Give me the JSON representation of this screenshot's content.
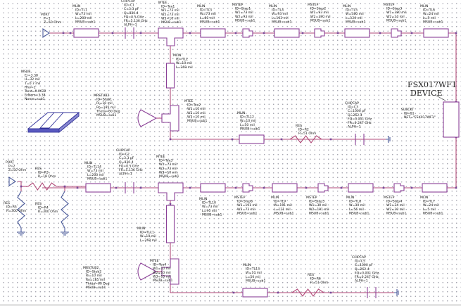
{
  "schematic": {
    "colors": {
      "wire": "#b04a78",
      "component": "#8a3f96",
      "ground": "#4a5a9a",
      "grid_dots": "#9a9aa6"
    },
    "annotation": [
      "FSX017WF1",
      "DEVICE"
    ],
    "components": [
      {
        "id": "PORT1",
        "lines": [
          "PORT",
          "P=1",
          "Z=50 Ohm"
        ]
      },
      {
        "id": "TL1",
        "lines": [
          "MLIN",
          "ID=TL1",
          "W=73 mil",
          "L=200 mil",
          "MSUB=sub1"
        ]
      },
      {
        "id": "C1",
        "lines": [
          "CHIPCAP",
          "ID=C1",
          "C=3.3 pF",
          "Q=830.4",
          "FQ=0.5 GHz",
          "FR=5.136 GHz",
          "ALPH=1"
        ]
      },
      {
        "id": "Tee1",
        "lines": [
          "MTEE",
          "ID=Tee1",
          "W1=73 mil",
          "W2=73 mil",
          "W3=10 mil",
          "MSUB=sub1"
        ]
      },
      {
        "id": "TL3",
        "lines": [
          "MLIN",
          "ID=TL3",
          "W=73 mil",
          "L=80 mil",
          "MSUB=sub1"
        ]
      },
      {
        "id": "Step1",
        "lines": [
          "MSTEP",
          "ID=Step1",
          "W1=73 mil",
          "W2=93 mil",
          "MSUB=sub1"
        ]
      },
      {
        "id": "TL4",
        "lines": [
          "MLIN",
          "ID=TL4",
          "W=93 mil",
          "L=103 mil",
          "MSUB=sub1"
        ]
      },
      {
        "id": "Step2",
        "lines": [
          "MSTEP",
          "ID=Step2",
          "W1=93 mil",
          "W2=380 mil",
          "MSUB=sub1"
        ]
      },
      {
        "id": "TL5",
        "lines": [
          "MLIN",
          "ID=TL5",
          "W=380 mil",
          "L=120 mil",
          "MSUB=sub1"
        ]
      },
      {
        "id": "Step3",
        "lines": [
          "MSTEP",
          "ID=Step3",
          "W1=380 mil",
          "W2=24 mil",
          "MSUB=sub1"
        ]
      },
      {
        "id": "TL6",
        "lines": [
          "MLIN",
          "ID=TL6",
          "W=24 mil",
          "L=5 mil",
          "MSUB=sub1"
        ]
      },
      {
        "id": "TL2",
        "lines": [
          "MLIN",
          "ID=TL2",
          "W=10 mil",
          "L=268 mil"
        ]
      },
      {
        "id": "MSUB",
        "lines": [
          "MSUB",
          "Er=3.38",
          "H=32 mil",
          "T=0.7 mil",
          "Rho=1",
          "Tand=0.0022",
          "ErNom=3.38",
          "Name=sub1"
        ]
      },
      {
        "id": "Stub1",
        "lines": [
          "MRSTUB2",
          "ID=Stub1",
          "Ri=10 mil",
          "Ro=185 mil",
          "Theta=60 Deg",
          "MSUB=sub1"
        ]
      },
      {
        "id": "Tee2",
        "lines": [
          "MTEE",
          "ID=Tee2",
          "W1=10 mil",
          "W2=10 mil",
          "W3=10 mil",
          "MSUB=sub1"
        ]
      },
      {
        "id": "TL12",
        "lines": [
          "MLIN",
          "ID=TL12",
          "W=10 mil",
          "L=50 mil",
          "MSUB=sub1"
        ]
      },
      {
        "id": "R2",
        "lines": [
          "RES",
          "ID=R2",
          "R=51 Ohm"
        ]
      },
      {
        "id": "C3",
        "lines": [
          "CHIPCAP",
          "ID=C3",
          "C=1000 pF",
          "Q=262.4",
          "FQ=0.001 GHz",
          "FR=0.247 GHz",
          "ALPH=1"
        ]
      },
      {
        "id": "S1",
        "lines": [
          "SUBCKT",
          "ID=S1",
          "NET=\"FSX017WF1\""
        ]
      },
      {
        "id": "PORT2",
        "lines": [
          "PORT",
          "P=2",
          "Z=50 Ohm"
        ]
      },
      {
        "id": "R3",
        "lines": [
          "RES",
          "ID=R3",
          "R=18 Ohm"
        ]
      },
      {
        "id": "R5",
        "lines": [
          "RES",
          "ID=R5",
          "R=300 Ohm"
        ]
      },
      {
        "id": "R4",
        "lines": [
          "RES",
          "ID=R4",
          "R=300 Ohm"
        ]
      },
      {
        "id": "TL14",
        "lines": [
          "MLIN",
          "ID=TL14",
          "W=73 mil",
          "L=200 mil",
          "MSUB=sub1"
        ]
      },
      {
        "id": "C2",
        "lines": [
          "CHIPCAP",
          "ID=C2",
          "C=3.3 pF",
          "Q=830.4",
          "FQ=0.5 GHz",
          "FR=5.136 GHz",
          "ALPH=1"
        ]
      },
      {
        "id": "Tee3",
        "lines": [
          "MTEE",
          "ID=Tee3",
          "W1=73 mil",
          "W2=73 mil",
          "W3=10 mil",
          "MSUB=sub1"
        ]
      },
      {
        "id": "TL10",
        "lines": [
          "MLIN",
          "ID=TL10",
          "W=73 mil",
          "L=90 mil",
          "MSUB=sub1"
        ]
      },
      {
        "id": "Step6",
        "lines": [
          "MSTEP",
          "ID=Step6",
          "W1=191 mil",
          "W2=73 mil",
          "MSUB=sub1"
        ]
      },
      {
        "id": "TL9",
        "lines": [
          "MLIN",
          "ID=TL9",
          "W=191 mil",
          "L=121 mil",
          "MSUB=sub1"
        ]
      },
      {
        "id": "Step5",
        "lines": [
          "MSTEP",
          "ID=Step5",
          "W1=30 mil",
          "W2=191 mil",
          "MSUB=sub1"
        ]
      },
      {
        "id": "TL8",
        "lines": [
          "MLIN",
          "ID=TL8",
          "W=30 mil",
          "L=56 mil",
          "MSUB=sub1"
        ]
      },
      {
        "id": "Step4",
        "lines": [
          "MSTEP",
          "ID=Step4",
          "W1=24 mil",
          "W2=30 mil",
          "MSUB=sub1"
        ]
      },
      {
        "id": "TL7",
        "lines": [
          "MLIN",
          "ID=TL7",
          "W=24 mil",
          "L=5 mil",
          "MSUB=sub1"
        ]
      },
      {
        "id": "TL11",
        "lines": [
          "MLIN",
          "ID=TL11",
          "W=10 mil",
          "L=268 mil"
        ]
      },
      {
        "id": "Stub2",
        "lines": [
          "MRSTUB2",
          "ID=Stub2",
          "Ri=10 mil",
          "Ro=185 mil",
          "Theta=60 Deg",
          "MSUB=sub1"
        ]
      },
      {
        "id": "Tee4",
        "lines": [
          "MTEE",
          "ID=Tee4",
          "W1=10 mil",
          "W2=10 mil",
          "W3=10 mil",
          "MSUB=sub1"
        ]
      },
      {
        "id": "TL13",
        "lines": [
          "MLIN",
          "ID=TL13",
          "W=10 mil",
          "L=50 mil",
          "MSUB=sub1"
        ]
      },
      {
        "id": "R6",
        "lines": [
          "RES",
          "ID=R6",
          "R=51 Ohm"
        ]
      },
      {
        "id": "C5",
        "lines": [
          "CHIPCAP",
          "ID=C5",
          "C=1000 pF",
          "Q=262.4",
          "FQ=0.001 GHz",
          "FR=0.247 GHz",
          "ALPH=1"
        ]
      }
    ]
  }
}
